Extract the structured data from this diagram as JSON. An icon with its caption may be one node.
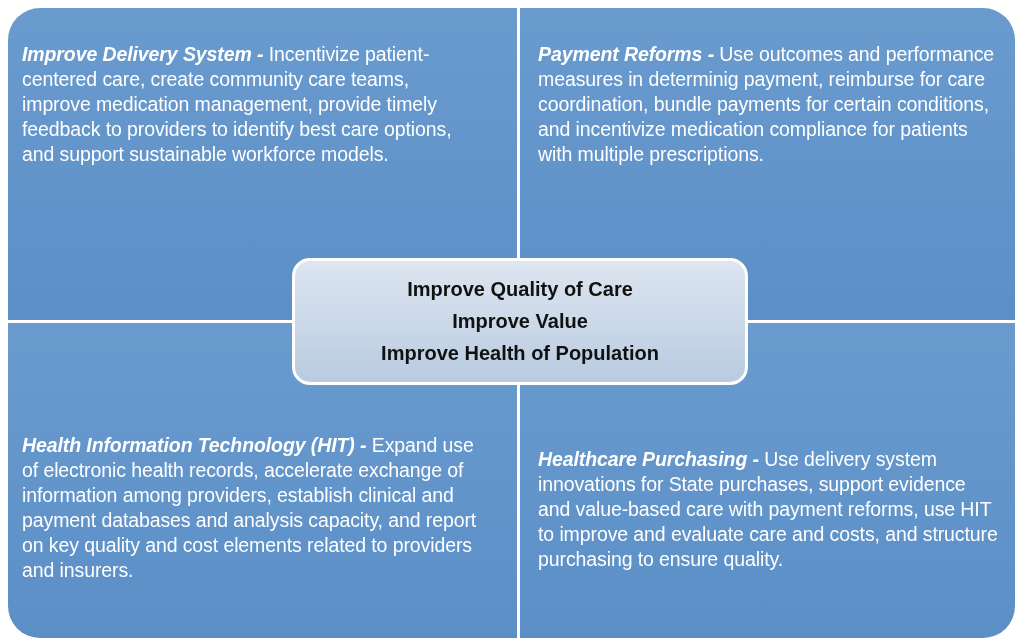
{
  "diagram": {
    "nodes": [
      {
        "text": [
          "Improve Delivery System -",
          "Incentivize patient-centered care, create community care teams, improve medication management, provide timely feedback to providers to identify best care options, and support sustainable workforce models."
        ]
      },
      {
        "text": [
          "Payment Reforms -",
          "Use outcomes and performance measures in determinig payment, reimburse for care coordination, bundle payments for certain conditions, and incentivize medication compliance for patients with multiple prescriptions."
        ]
      },
      {
        "text": [
          "Health Information Technology (HIT) -",
          "Expand use of electronic health records, accelerate exchange of information among providers, establish clinical and payment databases and analysis capacity, and report on key quality and cost elements related to providers and insurers."
        ]
      },
      {
        "text": [
          "Healthcare Purchasing -",
          "Use delivery system innovations for State purchases, support evidence and value-based care with payment reforms, use HIT to improve and evaluate care and costs, and structure purchasing to ensure quality."
        ]
      },
      {
        "text": [
          "Improve Quality of Care",
          "Improve Value",
          "Improve Health of Population"
        ]
      }
    ]
  }
}
